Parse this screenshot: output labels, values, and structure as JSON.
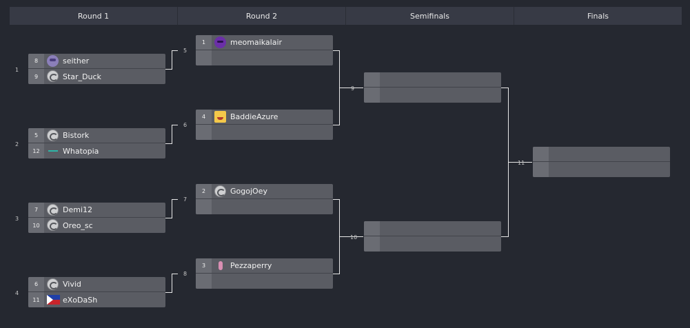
{
  "rounds": [
    "Round 1",
    "Round 2",
    "Semifinals",
    "Finals"
  ],
  "r1": [
    {
      "id": "1",
      "top": {
        "seed": "8",
        "name": "seither",
        "icon": "ghost-avatar"
      },
      "bot": {
        "seed": "9",
        "name": "Star_Duck",
        "icon": "default-logo"
      }
    },
    {
      "id": "2",
      "top": {
        "seed": "5",
        "name": "Bistork",
        "icon": "default-logo"
      },
      "bot": {
        "seed": "12",
        "name": "Whatopia",
        "icon": "dash-avatar"
      }
    },
    {
      "id": "3",
      "top": {
        "seed": "7",
        "name": "Demi12",
        "icon": "default-logo"
      },
      "bot": {
        "seed": "10",
        "name": "Oreo_sc",
        "icon": "default-logo"
      }
    },
    {
      "id": "4",
      "top": {
        "seed": "6",
        "name": "Vivid",
        "icon": "default-logo"
      },
      "bot": {
        "seed": "11",
        "name": "eXoDaSh",
        "icon": "philippines-flag"
      }
    }
  ],
  "r2": [
    {
      "id": "5",
      "top": {
        "seed": "1",
        "name": "meomaikalair",
        "icon": "purple-avatar"
      },
      "bot": {
        "seed": "",
        "name": ""
      }
    },
    {
      "id": "6",
      "top": {
        "seed": "4",
        "name": "BaddieAzure",
        "icon": "smiley-avatar"
      },
      "bot": {
        "seed": "",
        "name": ""
      }
    },
    {
      "id": "7",
      "top": {
        "seed": "2",
        "name": "GogojOey",
        "icon": "default-logo"
      },
      "bot": {
        "seed": "",
        "name": ""
      }
    },
    {
      "id": "8",
      "top": {
        "seed": "3",
        "name": "Pezzaperry",
        "icon": "pink-avatar"
      },
      "bot": {
        "seed": "",
        "name": ""
      }
    }
  ],
  "sf": [
    {
      "id": "9"
    },
    {
      "id": "10"
    }
  ],
  "final": {
    "id": "11"
  }
}
